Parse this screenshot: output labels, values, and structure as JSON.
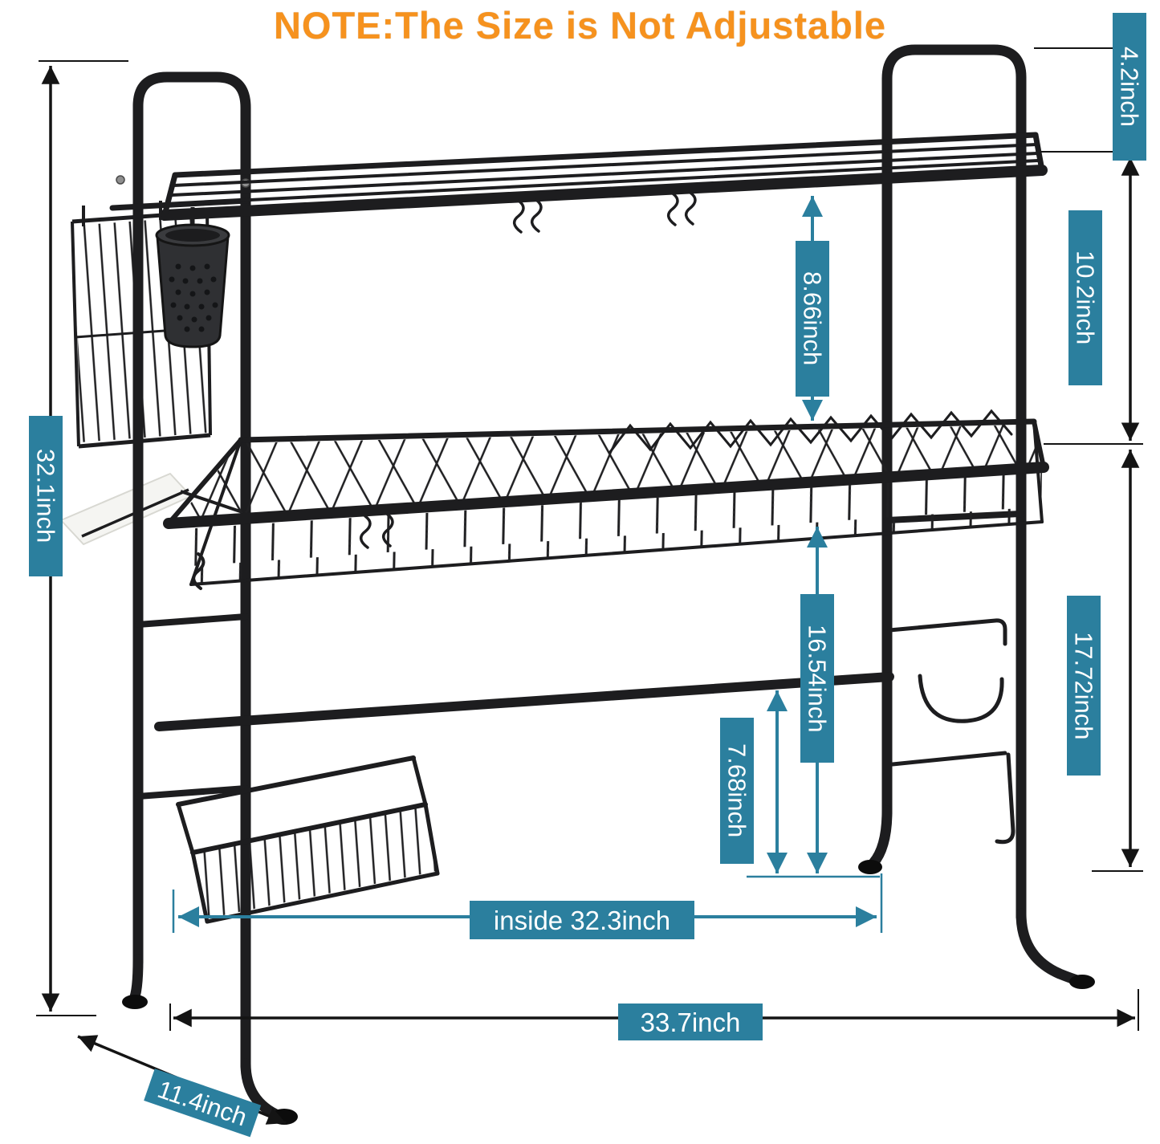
{
  "note_banner": {
    "text": "NOTE:The Size is Not Adjustable"
  },
  "palette": {
    "label_bg": "#2b7f9e",
    "label_text": "#ffffff",
    "note_color": "#f6921e",
    "dimension_line_black": "#141414",
    "dimension_line_teal": "#2b7f9e",
    "rack_color": "#1d1d1f"
  },
  "dims": {
    "handle_height": {
      "label": "4.2inch"
    },
    "shelf_to_handle_gap": {
      "label": "10.2inch"
    },
    "tier_gap": {
      "label": "8.66inch"
    },
    "total_height": {
      "label": "32.1inch"
    },
    "basket_to_counter": {
      "label": "16.54inch"
    },
    "crossbar_to_counter": {
      "label": "7.68inch"
    },
    "lower_right_height": {
      "label": "17.72inch"
    },
    "inside_width": {
      "label": "inside 32.3inch"
    },
    "total_width": {
      "label": "33.7inch"
    },
    "depth": {
      "label": "11.4inch"
    }
  }
}
